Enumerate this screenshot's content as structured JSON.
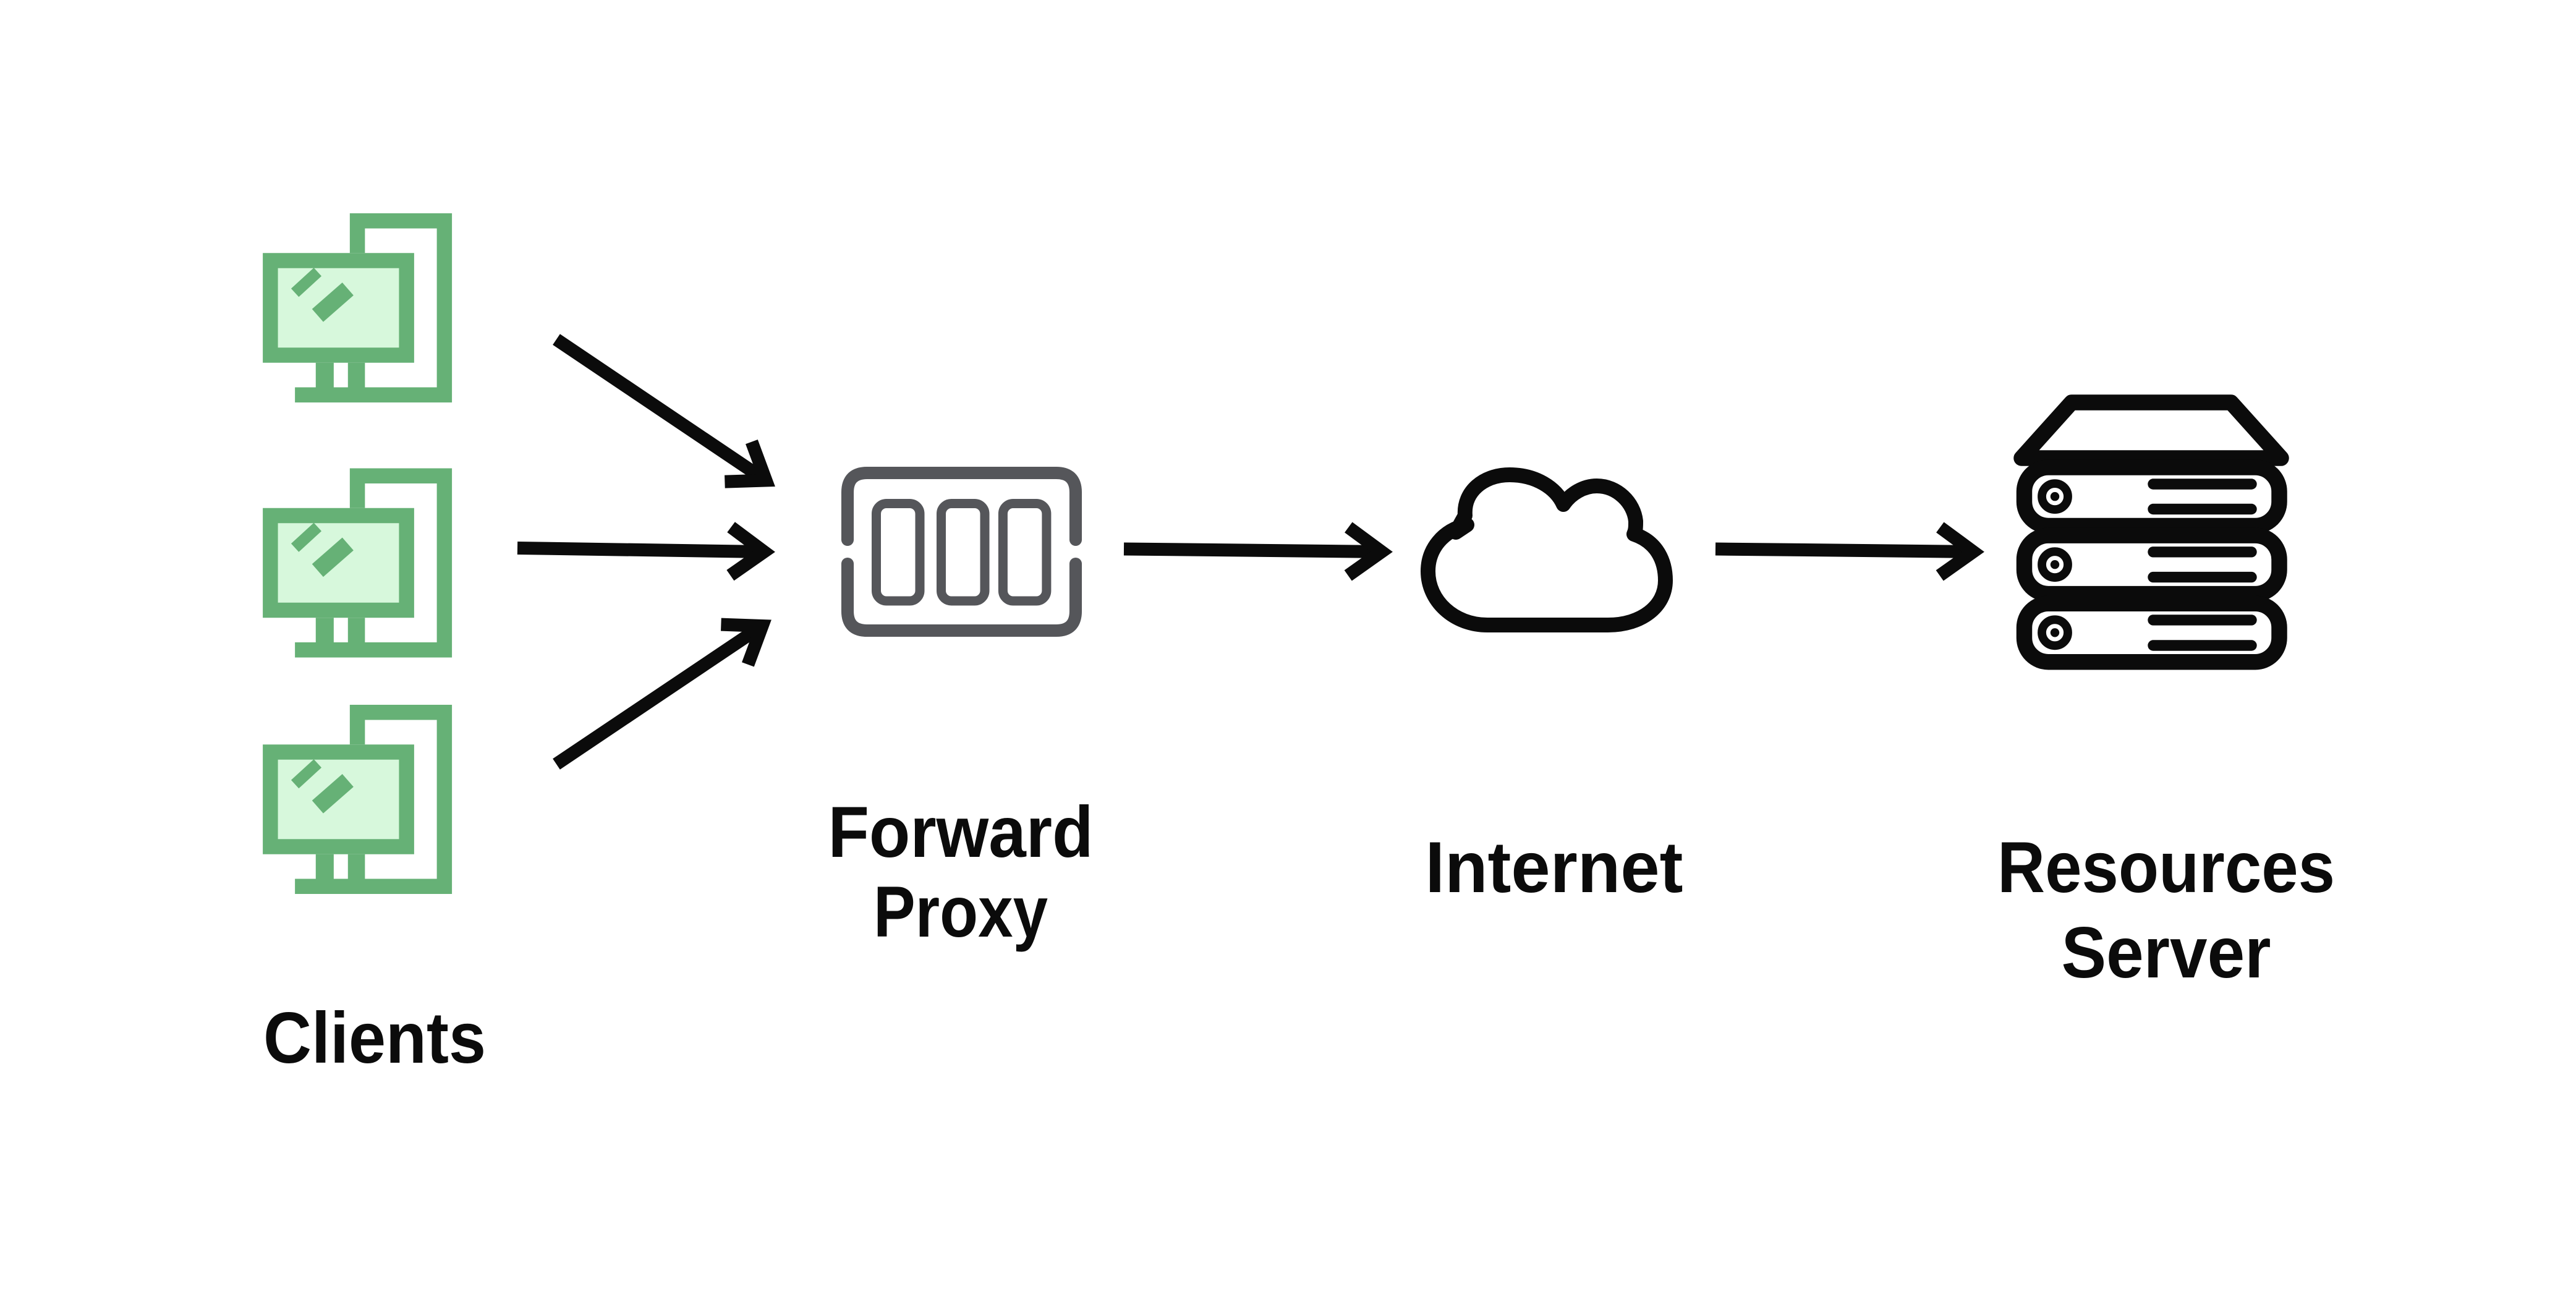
{
  "colors": {
    "ink": "#0b0b0b",
    "client-green": "#66b176",
    "client-green-light": "#d7f8dc",
    "proxy-gray": "#55565a",
    "bg": "#ffffff"
  },
  "diagram": {
    "clients": {
      "label": "Clients",
      "count": 3,
      "icon": "desktop-monitor-icon"
    },
    "forward_proxy": {
      "label": "Forward Proxy",
      "label_line1": "Forward",
      "label_line2": "Proxy",
      "icon": "proxy-rack-icon"
    },
    "internet": {
      "label": "Internet",
      "icon": "cloud-icon"
    },
    "resources_server": {
      "label": "Resources Server",
      "label_line1": "Resources",
      "label_line2": "Server",
      "icon": "server-stack-icon"
    },
    "edges": [
      {
        "from": "client-1",
        "to": "forward-proxy"
      },
      {
        "from": "client-2",
        "to": "forward-proxy"
      },
      {
        "from": "client-3",
        "to": "forward-proxy"
      },
      {
        "from": "forward-proxy",
        "to": "internet"
      },
      {
        "from": "internet",
        "to": "resources-server"
      }
    ]
  }
}
